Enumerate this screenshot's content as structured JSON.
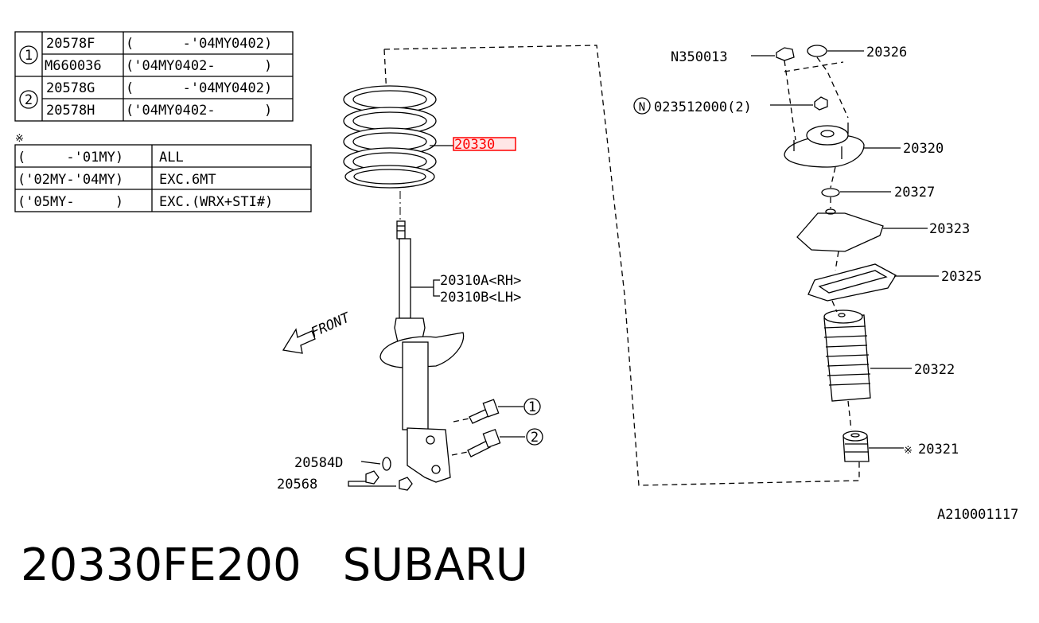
{
  "table_top": {
    "rows": [
      {
        "num": "1",
        "part": "20578F",
        "range": "(      -'04MY0402)"
      },
      {
        "num": "",
        "part": "M660036",
        "range": "('04MY0402-      )"
      },
      {
        "num": "2",
        "part": "20578G",
        "range": "(      -'04MY0402)"
      },
      {
        "num": "",
        "part": "20578H",
        "range": "('04MY0402-      )"
      }
    ]
  },
  "note_mark": "※",
  "table_note": {
    "rows": [
      {
        "range": "(     -'01MY)",
        "applies": "ALL"
      },
      {
        "range": "('02MY-'04MY)",
        "applies": "EXC.6MT"
      },
      {
        "range": "('05MY-     )",
        "applies": "EXC.(WRX+STI#)"
      }
    ]
  },
  "labels": {
    "spring": "20330",
    "strut_rh": "20310A<RH>",
    "strut_lh": "20310B<LH>",
    "front": "FRONT",
    "washer": "20584D",
    "nut": "20568",
    "callout_1": "1",
    "callout_2": "2",
    "nut_top": "N350013",
    "cap": "20326",
    "nut_n": "023512000(2)",
    "n_mark": "N",
    "mount": "20320",
    "bearing": "20327",
    "seat": "20323",
    "rubber": "20325",
    "boot": "20322",
    "bumper": "20321",
    "bumper_mark": "※",
    "drawing_no": "A210001117"
  },
  "caption": {
    "part_number": "20330FE200",
    "brand": "SUBARU"
  },
  "colors": {
    "highlight": "#ff0000",
    "line": "#000000",
    "background": "#ffffff"
  }
}
